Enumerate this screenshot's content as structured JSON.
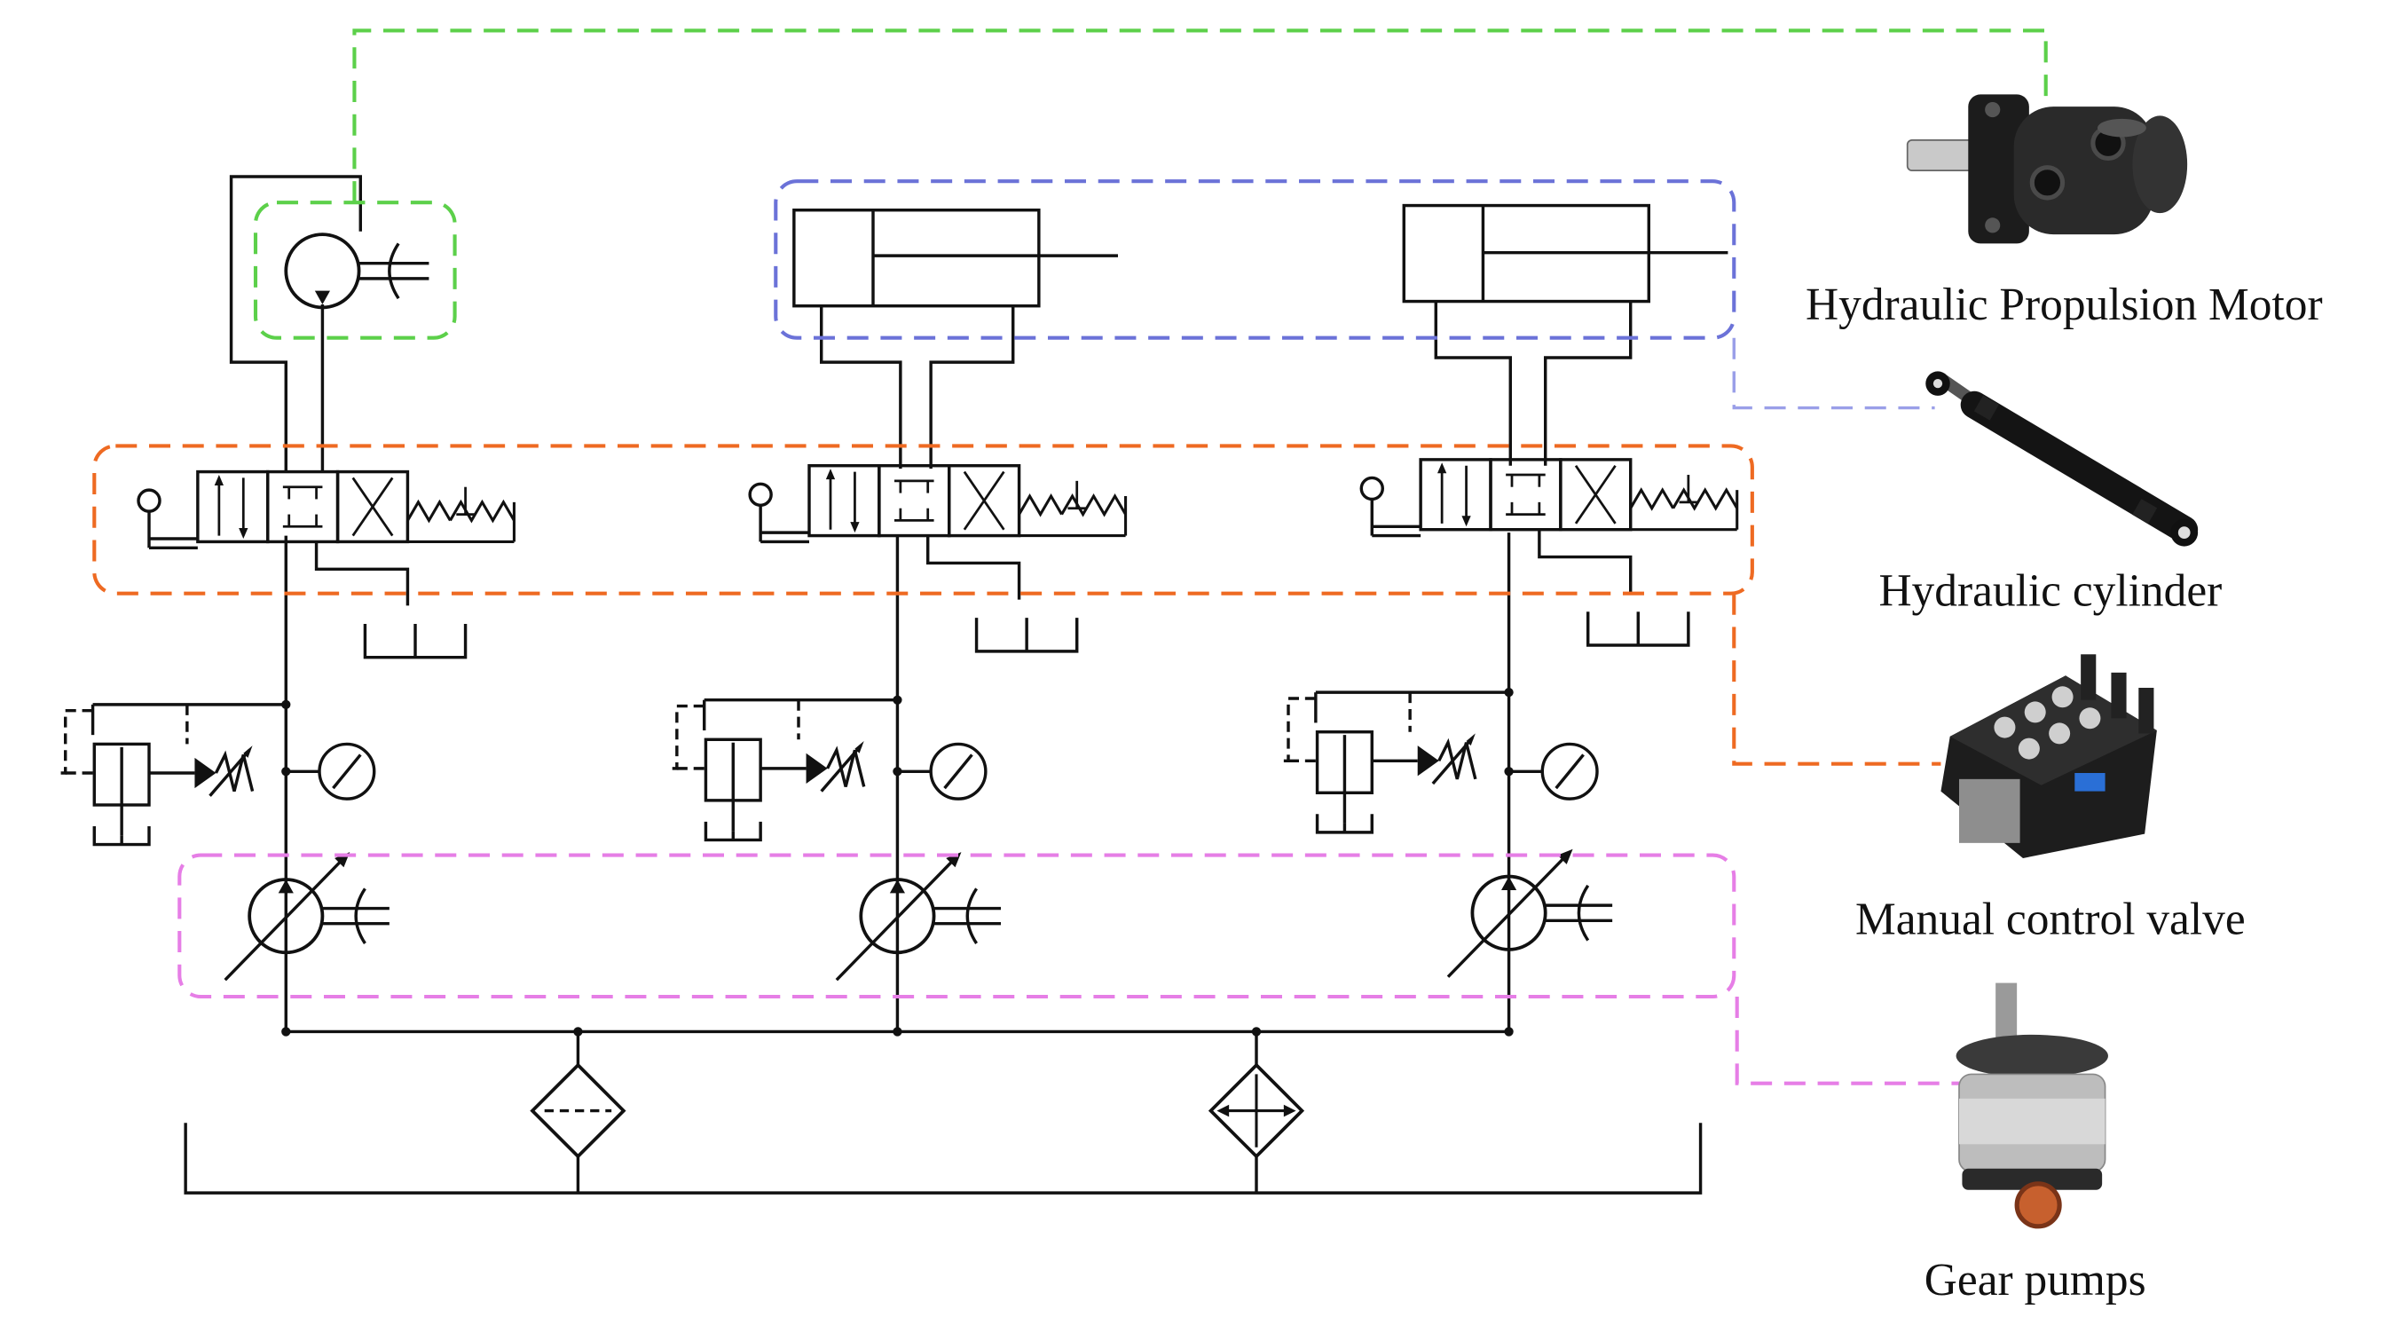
{
  "labels": {
    "motor": "Hydraulic Propulsion Motor",
    "cylinder": "Hydraulic cylinder",
    "valve": "Manual control valve",
    "pumps": "Gear pumps"
  },
  "colors": {
    "line": "#111111",
    "motor_group": "#5cd04a",
    "cylinder_group": "#6b72d8",
    "valve_group": "#ee6a22",
    "pump_group": "#e67ee6"
  },
  "icons": {
    "motor": "hydraulic-motor-photo-icon",
    "cylinder": "hydraulic-cylinder-photo-icon",
    "valve": "manual-control-valve-photo-icon",
    "pumps": "gear-pump-photo-icon"
  }
}
